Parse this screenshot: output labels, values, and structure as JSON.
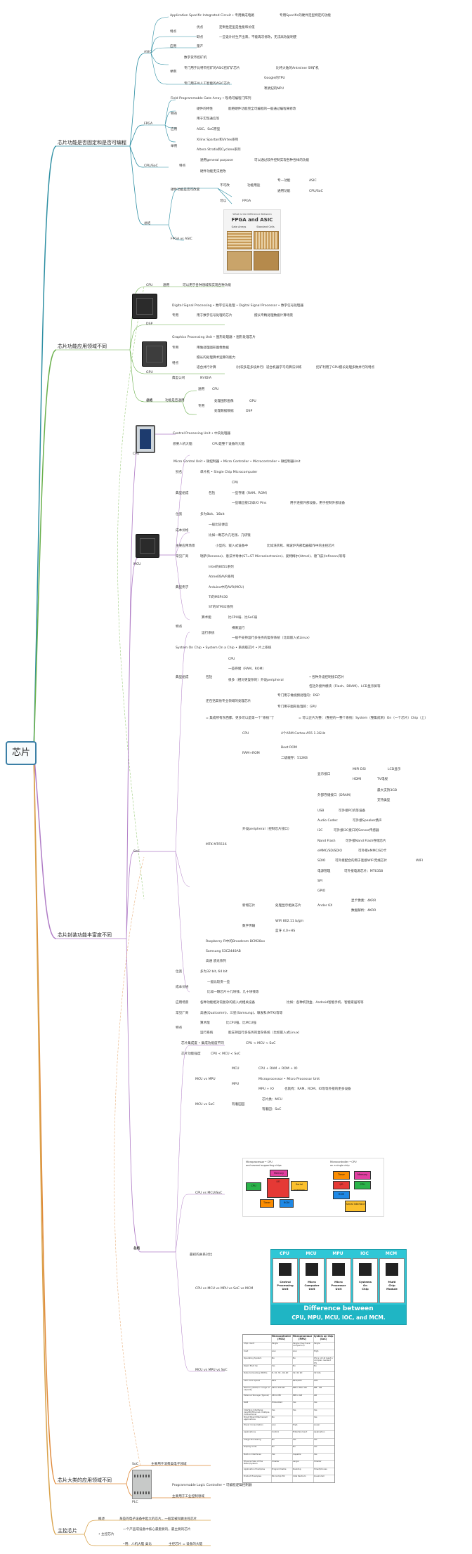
{
  "root": "芯片",
  "branches": {
    "b1": "芯片功能是否固定和是否可编程",
    "b2": "芯片功能应用领域不同",
    "b3": "芯片封装功能丰富度不同",
    "b4": "芯片大类的应用领域不同",
    "b5": "主控芯片"
  },
  "asic": {
    "title": "ASIC",
    "def": "Application Specific Integrated Circuit • 专用集成电路",
    "def_note": "专用Specific的硬件定型特定的功能",
    "feature": "特点",
    "pros_l": "优点",
    "pros": "定制性定型是性能和价值",
    "cons_l": "缺点",
    "cons": "一旦设计好生产出来，不能再次修改，无法高效复制使",
    "apps_l": "应用",
    "apps": "量产",
    "examples_l": "举例",
    "ex1": "数字货币挖矿机",
    "ex2": "专门用于比特币挖矿的ASIC挖矿矿芯片",
    "ex2_note": "比特大陆的Antminer S9矿机",
    "ex3": "专门用于AI人工智能的ASIC芯片",
    "ex3_a": "Google的TPU",
    "ex3_b": "寒武纪的NPU"
  },
  "fpga": {
    "title": "FPGA",
    "def": "Field Programmable Gate Array • 现场可编程门阵列",
    "f_l": "特点",
    "f1": "硬件的特性",
    "f1_note": "能把硬件功能完全可编程的一般通过编程来修改",
    "f2": "用于实现通信等",
    "apps_l": "应用",
    "apps": "ASIC、SoC原型",
    "examples_l": "举例",
    "ex1": "Xilinx Spartan和Virtex系列",
    "ex2": "Altera Stratix和Cyclone系列"
  },
  "cpusoc": {
    "title": "CPU/SoC",
    "f_l": "特点",
    "f1": "通用general purpose",
    "f1_note": "可以通过软件控制实现各种各样的功能",
    "f2": "硬件功能无法更改"
  },
  "summary": {
    "title": "总结",
    "hw_l": "硬件功能是否可改变",
    "no": "不可改",
    "yes": "可以",
    "fixed_l": "功能用途",
    "special": "专一功能",
    "general": "通用功能",
    "asic": "ASIC",
    "cpusoc": "CPU/SoC",
    "fpga": "FPGA",
    "vs": "FPGA vs ASIC"
  },
  "fpga_img": {
    "small": "What Is the Difference Between",
    "big": "FPGA and ASIC",
    "left": "Gate Arrays",
    "right": "Standard Cells"
  },
  "apps": {
    "cpu_l": "CPU",
    "cpu_use": "通用",
    "cpu_note": "可以用于各种领域和实现各种功能",
    "dsp_l": "DSP",
    "dsp_def": "Digital Signal Processing • 数字信号处理 • Digital Signal Processor • 数字信号处理器",
    "dsp_spec": "专用",
    "dsp_note": "用于数字信号处理的芯片",
    "dsp_note2": "擅长专精处理数据计算场景",
    "gpu_l": "GPU",
    "gpu_def": "Graphics Processing Unit • 图形处理器 • 图形处理芯片",
    "gpu_spec": "专用",
    "gpu_note": "用做处理图形图像数据",
    "gpu_f_l": "特点",
    "gpu_f1": "擅长的处理算术运算的能力",
    "gpu_f2": "适合并行计算",
    "gpu_f2_note": "（比较多是多核并行）适合机器学习的算法训练",
    "gpu_f2_note2": "挖矿利用了GPU擅长处理多数并行的特点",
    "gpu_co_l": "典型公司",
    "gpu_co": "NVIDIA",
    "sum_l": "总结",
    "sum_func": "功能是否通用",
    "sum_general": "通用",
    "sum_cpu": "CPU",
    "sum_special": "专用",
    "sum_img": "处理图形图像",
    "sum_gpu": "GPU",
    "sum_data": "处理数据数据",
    "sum_dsp": "DSP"
  },
  "cpu": {
    "label": "CPU",
    "def": "Central Processing Unit • 中央处理器",
    "note_l": "想要人机大脑",
    "note": "CPU是整个设备的大脑"
  },
  "mcu": {
    "label": "MCU",
    "def": "Micro Control Unit • 微控制器 • Micro Controller • Microcontroller • 微控制器Unit",
    "alias_l": "别名",
    "alias": "单片机 • Single Chip Microcomputer",
    "cont_l": "典型组成",
    "cont_sub": "包括",
    "c1": "CPU",
    "c2": "一些存储（RAM、ROM）",
    "c3": "一些输出接口如I/O Pins",
    "c3_note": "用于连接外部设备，用于控制外部设备",
    "bits_l": "位宽",
    "bits": "多为8bit、16bit",
    "price_l": "成本价格",
    "p1": "一般比较便宜",
    "p2": "比如一颗芯片几毛钱、几块钱",
    "app_l": "主要应用场景",
    "app": "小型的、嵌入式设备中",
    "app_note": "比如洗衣机、微波炉内部电器操作中的主控芯片",
    "maker_l": "常见厂商",
    "maker": "瑞萨(Renesas)、意法半导体(ST=ST Microelectronics)、爱特梅尔(Atmel)、德飞兹(Infineon)等等",
    "ex_l": "典型例子",
    "ex1": "Intel的8051系列",
    "ex2": "Atmel的AVR系列",
    "ex3": "Arduino中的AVR(MCU)",
    "ex4": "TI的MSP430",
    "ex5": "ST的STM32系列",
    "f_l": "特点",
    "f1_l": "算术能",
    "f1": "比CPU弱、比SoC弱",
    "f2_l": "运行系统",
    "f2a": "裸来运行",
    "f2b": "一般不支持运行多任务的复杂系统（比如嵌入式Linux）"
  },
  "soc": {
    "label": "SoC",
    "def": "System On Chip • System On a Chip • 系统级芯片 • 片上系统",
    "cont_l": "典型组成",
    "inc": "包括",
    "c1": "CPU",
    "c2": "一些存储（RAM、ROM）",
    "c3": "很多（相对更复杂的）外设peripheral",
    "c3_note": "• 各种外设控制接口芯片",
    "c3_note2": "包括外接件模块（Flash、DRAM）、LCD显示屏等",
    "c4": "专门用于做视频处理的：DSP",
    "c5": "专门用于图形处理的：GPU",
    "c6": "还包括其他专业领域的处理芯片",
    "total": "= 集成所有东西都，更多可以是第一个“系统”了",
    "total_note": "= 可以正片为整：（整控的一整个系统）System（整集成到）On（一个芯片）Chip（上）",
    "mtk_l": "MTK MT6516",
    "cpu_l": "CPU",
    "cpu": "4个ARM Cortex-A55 1.3GHz",
    "rom_l": "RAM+ROM",
    "rom1": "Boot ROM",
    "rom2": "二级缓存：512KB",
    "per_l": "外设peripheral（控制芯片接口）",
    "p_disp": "显示接口",
    "p_disp1": "MIPI DSI",
    "p_disp1b": "LCD显示",
    "p_disp2": "HDMI",
    "p_disp2b": "TV电视",
    "p_mem": "外部存储接口（DRAM）",
    "p_mem1": "最大支持3GB",
    "p_mem2": "支持类型",
    "p_usb": "USB",
    "p_usb_n": "可外接PC机等设备",
    "p_codec": "Audio Codec",
    "p_codec_n": "可外接Speaker扬声",
    "p_i2c": "I2C",
    "p_i2c_n": "可外接I2C接口的Sensor传感器",
    "p_nand": "Nand Flash",
    "p_nand_n": "可外接Nand Flash存储芯片",
    "p_emmc": "eMMC/SD/SDIO",
    "p_emmc_n": "可外接eMMC/SD卡",
    "p_sdio": "SDIO",
    "p_sdio_n": "可外接配合的用于连接WIFI无线芯片",
    "p_sdio_n2": "WIFI",
    "p_cam": "电源管理",
    "p_cam_n": "可外接电源芯片：MT6358",
    "p_spi": "SPI",
    "p_gpio": "GPIO",
    "gfx_l": "新增芯片",
    "gfx": "处理显示相关芯片",
    "gfx_v": "Ander 6X",
    "gfx_a": "显卡像素：4KRR",
    "gfx_b": "数据解析：4KRR",
    "wifi_l": "数字传输",
    "wifi": "WiFi 802.11 b/g/n",
    "bt": "蓝牙 4.0+HS",
    "ex1": "Raspberry Pi中的Broadcom BCM28xx",
    "ex2": "Samsung S3C2440AB",
    "ex3": "高通 骁龙系列",
    "bits_l": "位宽",
    "bits": "多为32 bit, 64 bit",
    "price_l": "成本价格",
    "p1": "一般比较贵一些",
    "p2": "比如一颗芯片十几块钱、几十块钱等",
    "app_l": "应用场景",
    "app": "各种功能相对较复杂的嵌入式相关设备",
    "app_note": "比如：各种机顶盒、Android智能手机、智能家居等等",
    "maker_l": "常见厂商",
    "maker": "高通(Qualcomm)、三星(Samsung)、联发科(MTK)等等",
    "f_l": "特点",
    "f1_l": "算术能",
    "f1": "比CPU强、比MCU强",
    "f2_l": "运行系统",
    "f2": "能支持运行多任务的复杂系统（比如嵌入式Linux）"
  },
  "summary2": {
    "title": "总结",
    "sys": "芯片集成度 • 集成功能度不同",
    "sys_v": "CPU < MCU < SoC",
    "func_l": "芯片功能强度",
    "func": "CPU < MCU < SoC",
    "mm_l": "MCU vs MPU",
    "mcu_l": "MCU",
    "mcu": "CPU + RAM + ROM + IO",
    "mpu_l": "MPU",
    "mpu_def": "Microprocessor • Micro Processor Unit",
    "mpu": "MPU + IO",
    "mpu_note": "也就有：RAM、ROM、IO等等外接的更多设备",
    "ms_l": "MCU vs SoC",
    "ms_v": "有着园园",
    "ms_a": "芯片类：MCU",
    "ms_b": "有着园：SoC",
    "cm_l": "CPU vs MCU/SoC",
    "all_l": "CPU vs MCU vs MPU vs SoC vs MCM",
    "more_l": "MCU vs MPU vs SoC",
    "relation": "最初的关系对比"
  },
  "diag": {
    "left_t": "Microprocessor • CPU",
    "left_t2": "and several supporting chips",
    "right_t": "Microcontroller • CPU",
    "right_t2": "on a single chip",
    "memory": "Memory",
    "cpu": "CPU",
    "io": "I/O",
    "timer": "Timer",
    "serial": "Serial Interface",
    "rom": "ROM"
  },
  "cmp": {
    "h1": "CPU",
    "h2": "MCU",
    "h3": "MPU",
    "h4": "IOC",
    "h5": "MCM",
    "l1": "Central\nProcessing\nUnit",
    "l2": "Micro\nComputer\nUnit",
    "l3": "Micro\nProcessor\nUnit",
    "l4": "Systems\nOn\nChip",
    "l5": "Multi\nChip\nModule",
    "w1": "Difference between",
    "w2": "CPU, MPU, MCU, IOC, and MCM."
  },
  "table": {
    "headers": [
      "",
      "Microcontroller (MCU)",
      "Microprocessor (MPU)",
      "System on Chip (SoC)"
    ],
    "rows": [
      [
        "Chip count",
        "Single",
        "Single (may have companion)",
        "Single"
      ],
      [
        "Cost",
        "Low",
        "Low",
        "High"
      ],
      [
        "Operating System",
        "No",
        "No",
        "OS is not at least a complex resident OS"
      ],
      [
        "Rapid Boot Up",
        "Yes",
        "No",
        "No"
      ],
      [
        "Data Computing Widths",
        "8, 16, 32...64-bit",
        "32, 64 bit",
        "32 bits"
      ],
      [
        "CPU clock speed",
        "MHz",
        "MHz/GHz",
        "GHz"
      ],
      [
        "Memory (RAM) in range of capacity",
        "KB to 256 KB",
        "MB to Max GB",
        "MB - GB"
      ],
      [
        "External Storage (Typical)",
        "KB to MB",
        "MB to GB",
        "GB"
      ],
      [
        "RAM",
        "Embedded",
        "Yes",
        "Yes"
      ],
      [
        "Interface Interfaces (Gig/EN Ethernet, Multiple Connections)",
        "Yes",
        "Yes",
        "Yes"
      ],
      [
        "Direct Board Mechanism applications",
        "No",
        "",
        "Yes"
      ],
      [
        "Power Consumption",
        "Low",
        "High",
        "Lower"
      ],
      [
        "Applications",
        "Control",
        "Entertainment",
        "Application"
      ],
      [
        "Image Processing",
        "No",
        "Yes",
        "Yes"
      ],
      [
        "Display Units",
        "No",
        "No",
        "Yes"
      ],
      [
        "Built-in Interfaces",
        "Yes",
        "Capable",
        "Yes"
      ],
      [
        "Physical Size of the Board/System",
        "Smaller",
        "Larger",
        "Smaller"
      ],
      [
        "Application Examples",
        "Programmable",
        "Desktop",
        "Smartphones"
      ],
      [
        "Product Examples",
        "Microchip PIC",
        "Intel Pentium",
        "Qualcomm"
      ]
    ]
  },
  "b4": {
    "soc_l": "SoC",
    "soc": "主要用于消费类电子领域",
    "plc_l": "PLC",
    "plc_def": "Programmable Logic Controller • 可编程逻辑控制器",
    "plc": "主要用于工业控制领域"
  },
  "b5": {
    "def_l": "概述",
    "def": "某些的电子设备中起大的芯片，一般常被叫做主控芯片",
    "ex_l": "• 主控芯片",
    "ex1": "一个产品或设备中核心最重要的，最主要的芯片",
    "ex2": "•用：人机大脑 类比",
    "ex2_note": "主控芯片 = 设备的大脑"
  },
  "colors": {
    "b1": "#2e8fa3",
    "b2": "#6ab04c",
    "b3": "#b07cc6",
    "b4": "#e08a3a",
    "b5": "#d9a24a"
  }
}
